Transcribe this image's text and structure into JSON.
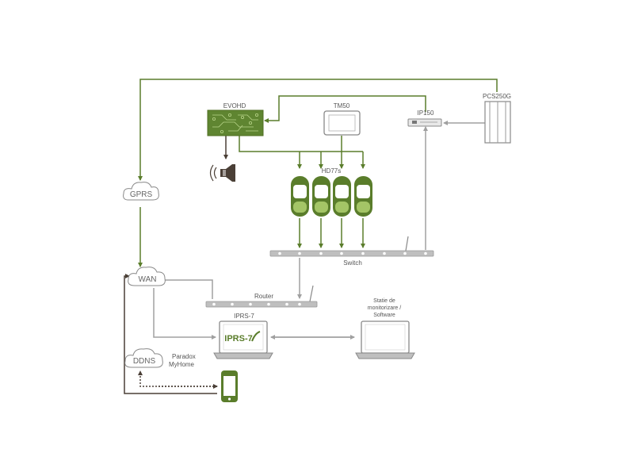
{
  "colors": {
    "green": "#5a7d2b",
    "green_dark": "#4f6e22",
    "light_green": "#a4c566",
    "gray": "#a0a0a0",
    "gray_light": "#bfbfbf",
    "dark": "#5b4e45"
  },
  "labels": {
    "evohd": "EVOHD",
    "tm50": "TM50",
    "ip150": "IP150",
    "pcs250g": "PCS250G",
    "hd77s": "HD77s",
    "switch": "Switch",
    "router": "Router",
    "iprs7": "IPRS-7",
    "iprs7_screen": "IPRS-7",
    "statie_line1": "Statie de",
    "statie_line2": "monitorizare /",
    "statie_line3": "Software",
    "gprs": "GPRS",
    "wan": "WAN",
    "ddns": "DDNS",
    "paradox_line1": "Paradox",
    "paradox_line2": "MyHome"
  },
  "icons": {
    "siren": "siren-icon",
    "phone": "smartphone-icon"
  }
}
